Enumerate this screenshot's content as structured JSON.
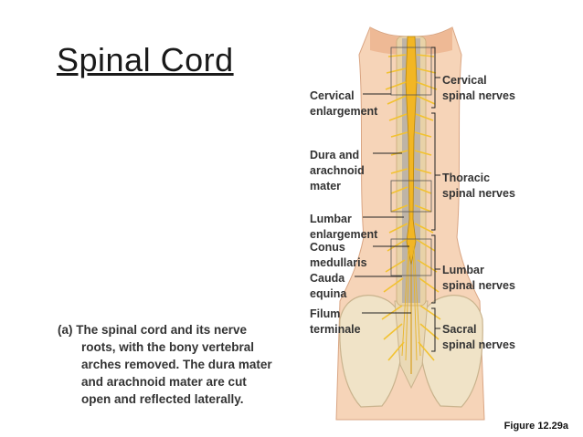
{
  "title": "Spinal Cord",
  "caption": {
    "prefix": "(a)",
    "lines": [
      "The spinal cord and its nerve",
      "roots, with the bony vertebral",
      "arches removed. The dura mater",
      "and  arachnoid mater are cut",
      "open and reflected laterally."
    ]
  },
  "left_labels": [
    {
      "line1": "Cervical",
      "line2": "enlargement"
    },
    {
      "line1": "Dura and",
      "line2": "arachnoid",
      "line3": "mater"
    },
    {
      "line1": "Lumbar",
      "line2": "enlargement"
    },
    {
      "line1": "Conus",
      "line2": "medullaris"
    },
    {
      "line1": "Cauda",
      "line2": "equina"
    },
    {
      "line1": "Filum",
      "line2": "terminale"
    }
  ],
  "right_labels": [
    {
      "line1": "Cervical",
      "line2": "spinal nerves"
    },
    {
      "line1": "Thoracic",
      "line2": "spinal nerves"
    },
    {
      "line1": "Lumbar",
      "line2": "spinal nerves"
    },
    {
      "line1": "Sacral",
      "line2": "spinal nerves"
    }
  ],
  "figure_ref": "Figure 12.29a",
  "colors": {
    "skin": "#f2c9a6",
    "bone": "#efe2c6",
    "nerve": "#f4c430",
    "cord": "#f0b020",
    "leader": "#222222"
  }
}
